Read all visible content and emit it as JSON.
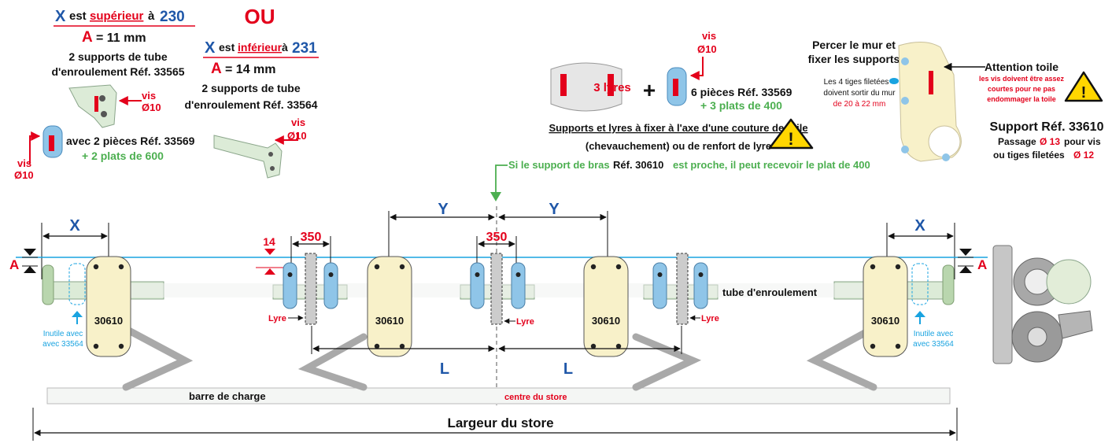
{
  "colors": {
    "blue": "#1f57a8",
    "red": "#e3001b",
    "green": "#4caf50",
    "cyan": "#19a3e0",
    "cream": "#f8f1c9",
    "tube": "#dcebd7",
    "lyre": "#8fc5e8",
    "gray": "#9e9e9e"
  },
  "icons": [
    "warning-icon",
    "plus-icon",
    "arrow-down-icon",
    "support-bracket-icon",
    "lyre-clip-icon",
    "end-cap-icon"
  ],
  "option1": {
    "x_letter": "X",
    "est": "est",
    "superieur": "supérieur",
    "a_word": "à",
    "x_value": "230",
    "a_letter": "A",
    "a_value": "= 11 mm",
    "line1": "2 supports de tube",
    "line2": "d'enroulement Réf. 33565",
    "vis": "vis",
    "diam": "Ø10",
    "avec_pieces": "avec 2 pièces Réf. 33569",
    "plats": "+ 2 plats de 600",
    "vis2": "vis",
    "diam2": "Ø10"
  },
  "ou": "OU",
  "option2": {
    "x_letter": "X",
    "est": "est",
    "inferieur": "inférieur",
    "a_word": "à",
    "x_value": "231",
    "a_letter": "A",
    "a_value": "= 14 mm",
    "line1": "2 supports de tube",
    "line2": "d'enroulement Réf. 33564",
    "vis": "vis",
    "diam": "Ø10"
  },
  "center_block": {
    "vis": "vis",
    "diam": "Ø10",
    "lyres": "3 lyres",
    "plus": "+",
    "pieces": "6 pièces Réf. 33569",
    "plats": "+ 3 plats de 400",
    "supports_line": "Supports et lyres à fixer à l'axe d'une couture de toile",
    "chevauchement": "(chevauchement) ou de renfort de lyre",
    "si_prefix": "Si le support de bras",
    "si_ref": "Réf. 30610",
    "si_suffix": "est proche, il peut recevoir le plat de 400"
  },
  "right_block": {
    "percer1": "Percer le mur et",
    "percer2": "fixer les supports",
    "tiges1": "Les 4 tiges filetées",
    "tiges2": "doivent sortir du mur",
    "tiges3": "de 20 à 22 mm",
    "attention": "Attention toile",
    "warn1": "les vis doivent être assez",
    "warn2": "courtes pour ne pas",
    "warn3": "endommager la toile",
    "support_ref": "Support Réf. 33610",
    "passage_prefix": "Passage",
    "passage_val": "Ø 13",
    "passage_suffix": "pour vis",
    "tiges_prefix": "ou tiges filetées",
    "tiges_val": "Ø 12"
  },
  "diagram": {
    "x_label": "X",
    "y_label": "Y",
    "l_label": "L",
    "a_label": "A",
    "dim_350": "350",
    "dim_14": "14",
    "lyre_label": "Lyre",
    "bracket_ref": "30610",
    "tube_label": "tube d'enroulement",
    "inutile1": "Inutile avec",
    "inutile2": "avec 33564",
    "barre": "barre de charge",
    "centre": "centre du store",
    "largeur": "Largeur du store"
  }
}
